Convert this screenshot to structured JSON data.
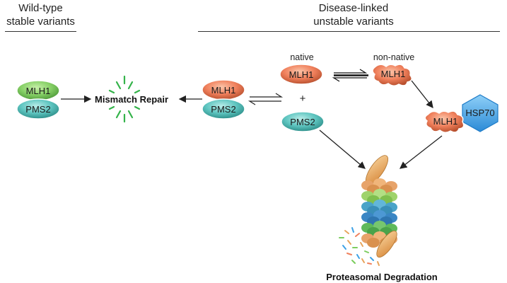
{
  "headers": {
    "wild_type": {
      "line1": "Wild-type",
      "line2": "stable variants"
    },
    "disease": {
      "line1": "Disease-linked",
      "line2": "unstable variants"
    }
  },
  "labels": {
    "native": "native",
    "non_native": "non-native",
    "plus": "+",
    "mismatch_repair": "Mismatch Repair",
    "proteasomal_degradation": "Proteasomal Degradation"
  },
  "proteins": {
    "mlh1": "MLH1",
    "pms2": "PMS2",
    "hsp70": "HSP70"
  },
  "colors": {
    "mlh1_green": "#7ccd5e",
    "pms2_teal": "#5ec5c0",
    "mlh1_orange": "#f0805c",
    "hsp70_blue": "#3ea2e6",
    "burst_green": "#34b34a",
    "proteasome_tan": "#e8a45c"
  }
}
